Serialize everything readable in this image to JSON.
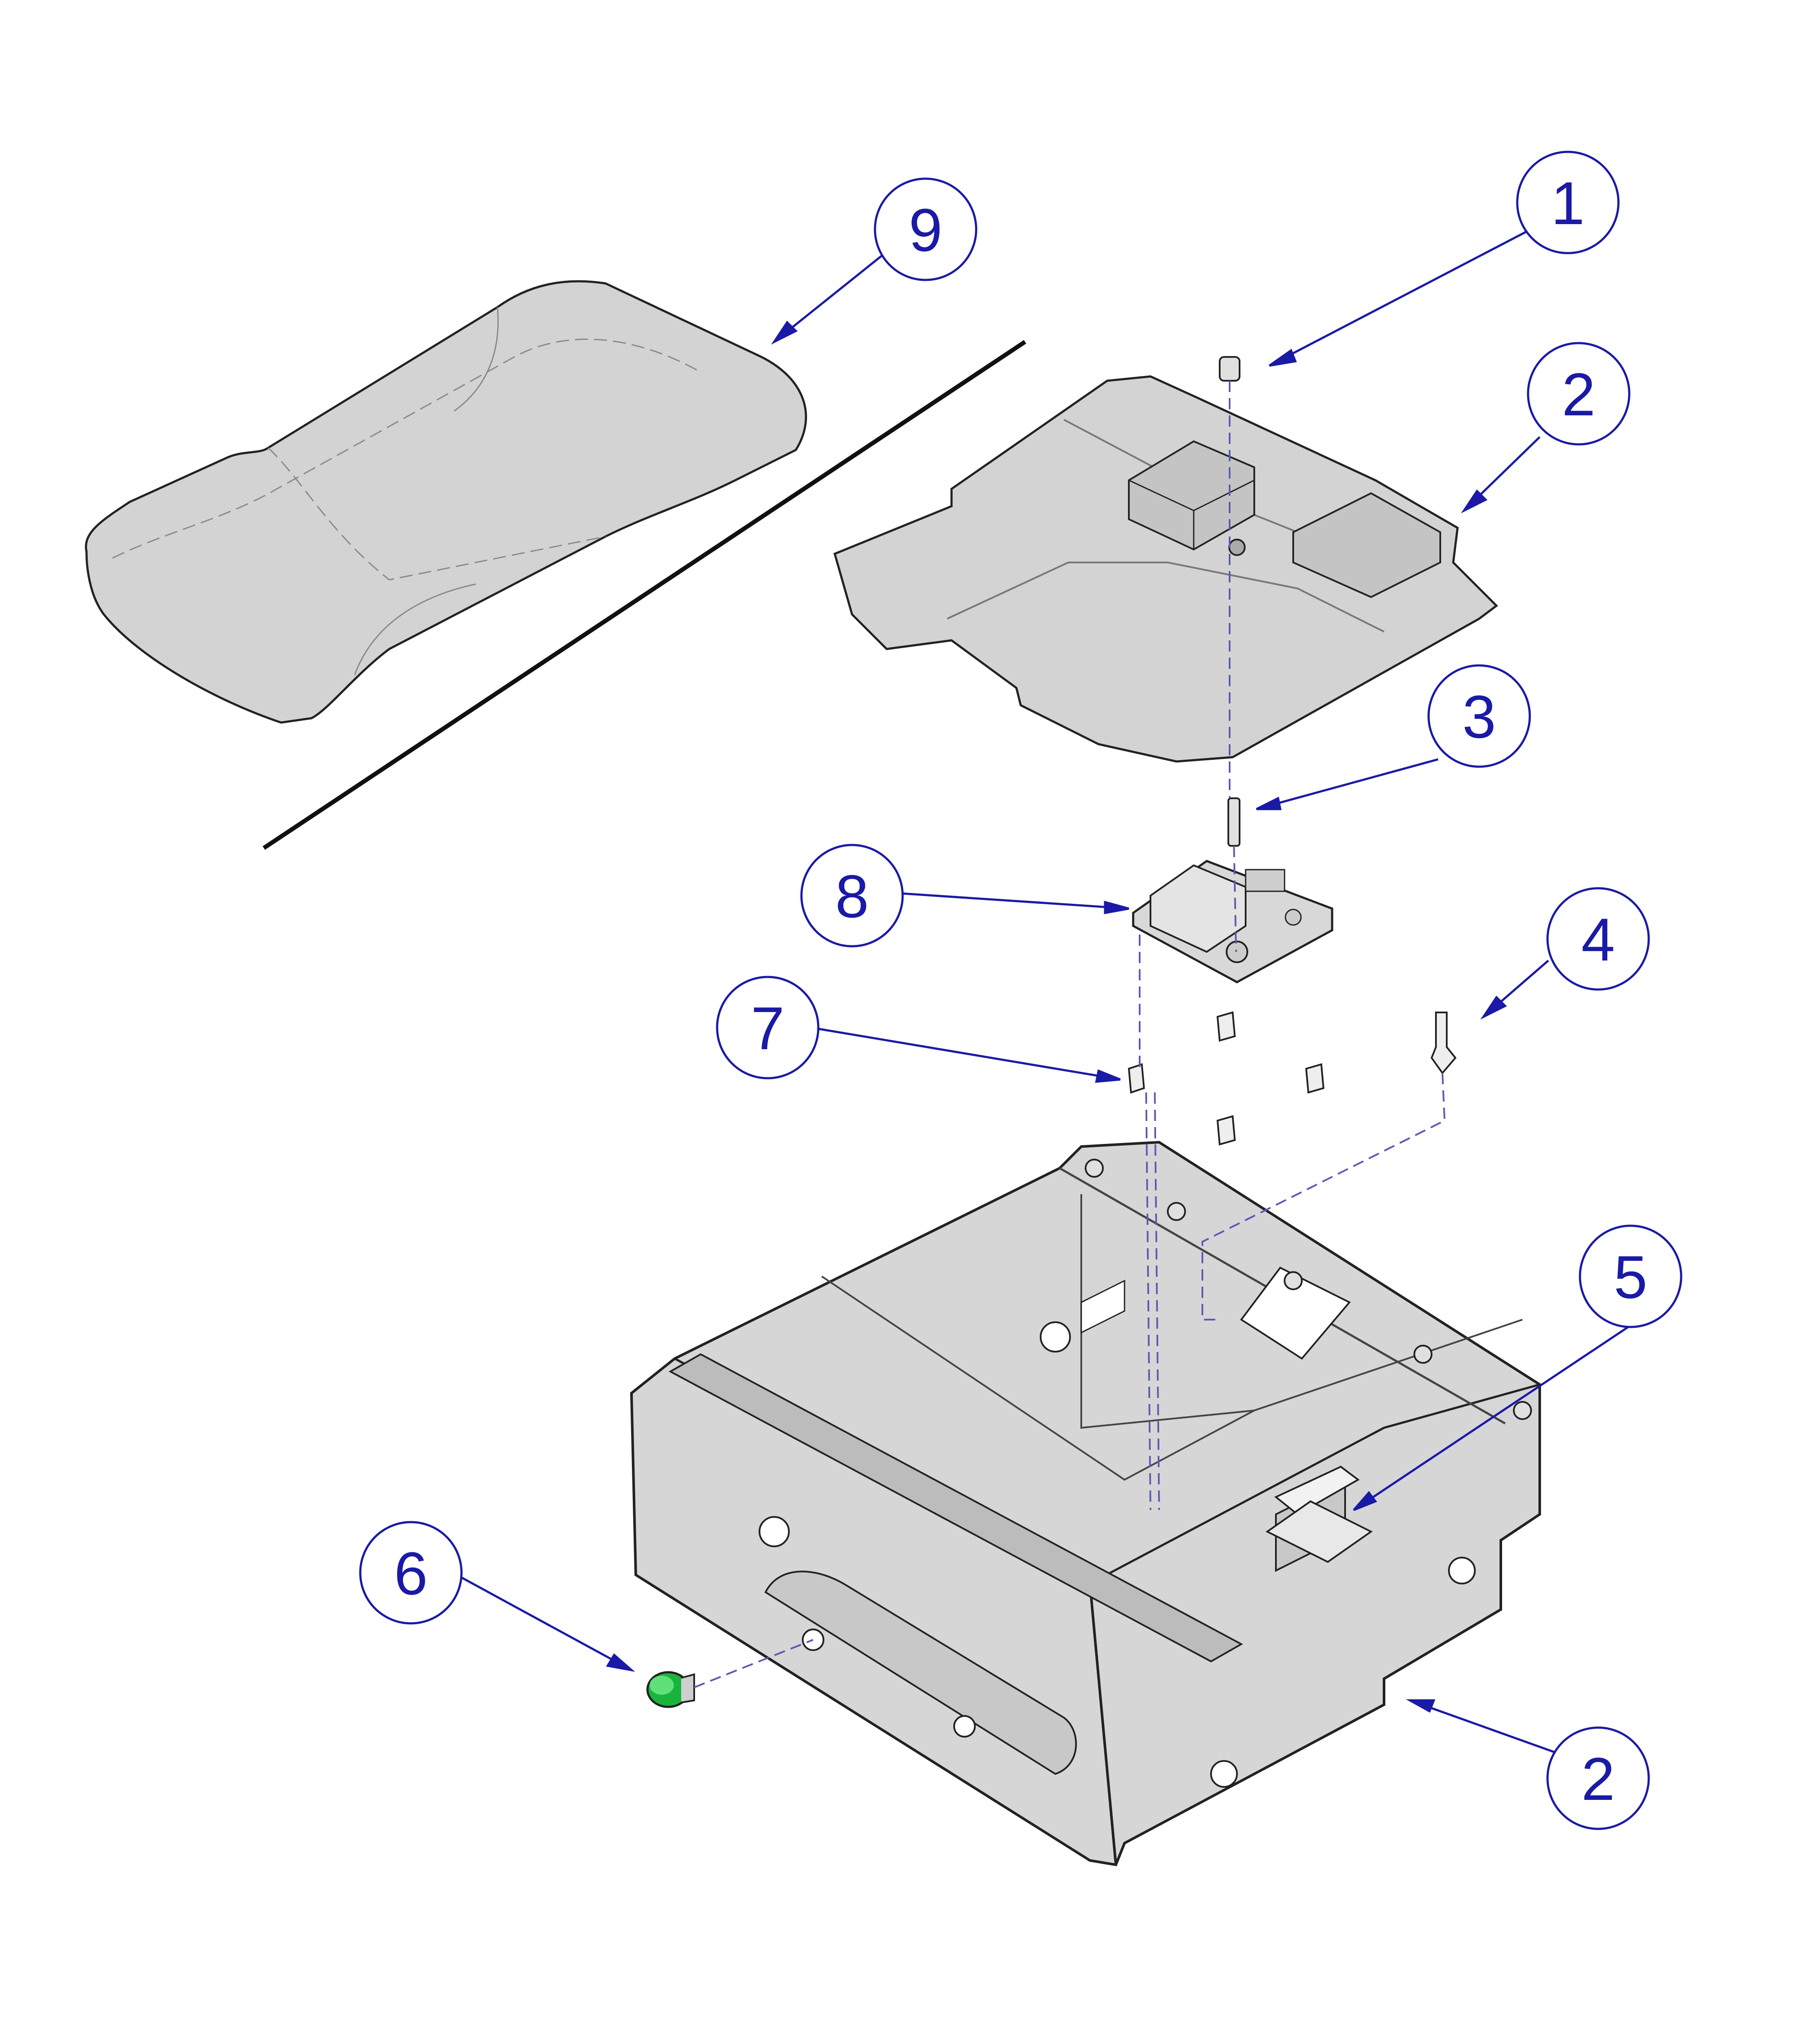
{
  "diagram": {
    "title": "",
    "colors": {
      "callout": "#1a1aa6",
      "part_fill": "#d3d3d3",
      "part_stroke": "#222222",
      "hidden_line": "#5a5ab4",
      "button_green": "#19b43c"
    },
    "callouts": [
      {
        "id": "1",
        "label": "1",
        "target": "cap"
      },
      {
        "id": "2a",
        "label": "2",
        "target": "top-pan"
      },
      {
        "id": "3",
        "label": "3",
        "target": "standoff"
      },
      {
        "id": "4",
        "label": "4",
        "target": "push-clip"
      },
      {
        "id": "5",
        "label": "5",
        "target": "label-plate"
      },
      {
        "id": "6",
        "label": "6",
        "target": "push-button"
      },
      {
        "id": "7",
        "label": "7",
        "target": "pcb-support"
      },
      {
        "id": "8",
        "label": "8",
        "target": "control-board"
      },
      {
        "id": "9",
        "label": "9",
        "target": "cushion"
      },
      {
        "id": "2b",
        "label": "2",
        "target": "base-frame"
      }
    ]
  }
}
